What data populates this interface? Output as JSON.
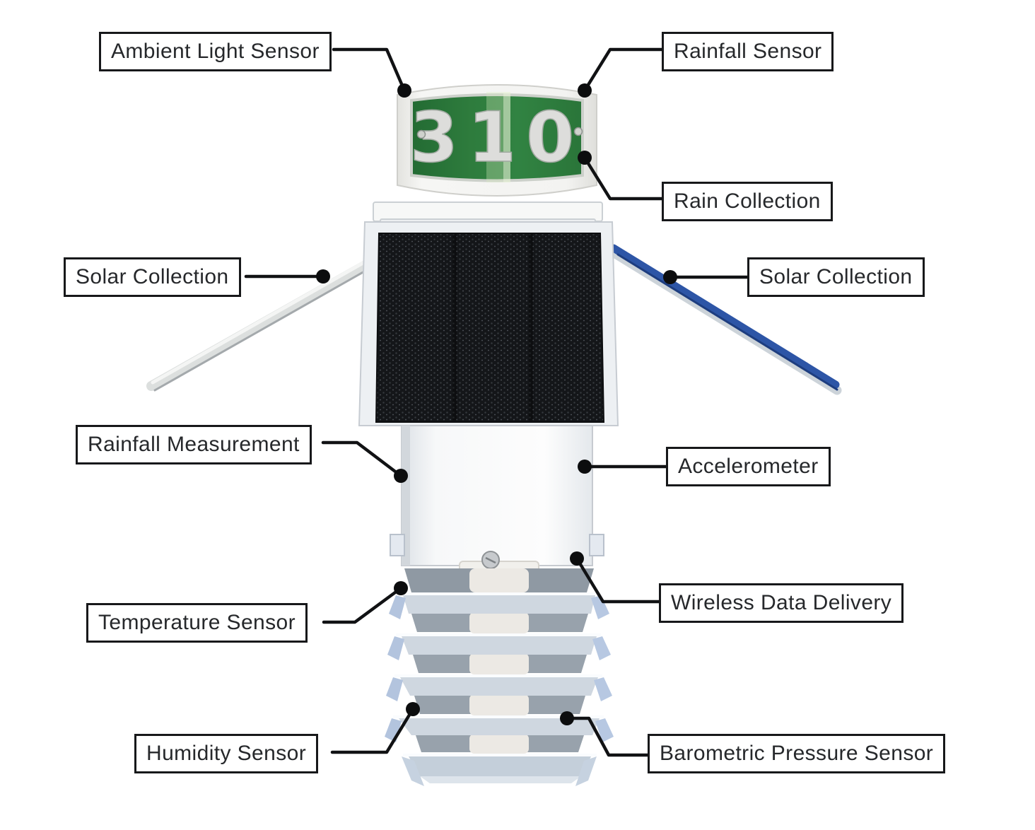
{
  "figure": {
    "type": "labeled-diagram",
    "subject": "Weather station sensor unit callout diagram"
  },
  "device": {
    "plate_number": "310",
    "plate_color": "#2e7c3e",
    "solar_wing_color": "#2d55a6",
    "solar_panel_color": "#141619",
    "body_color": "#f4f5f6",
    "shield_color": "#ccd5de"
  },
  "labels": {
    "ambient_light": "Ambient Light Sensor",
    "rainfall_sensor": "Rainfall Sensor",
    "rain_collection": "Rain Collection",
    "solar_collection_left": "Solar Collection",
    "solar_collection_right": "Solar Collection",
    "rainfall_measurement": "Rainfall Measurement",
    "accelerometer": "Accelerometer",
    "temperature_sensor": "Temperature Sensor",
    "wireless_data_delivery": "Wireless Data Delivery",
    "humidity_sensor": "Humidity Sensor",
    "barometric_pressure_sensor": "Barometric Pressure Sensor"
  }
}
